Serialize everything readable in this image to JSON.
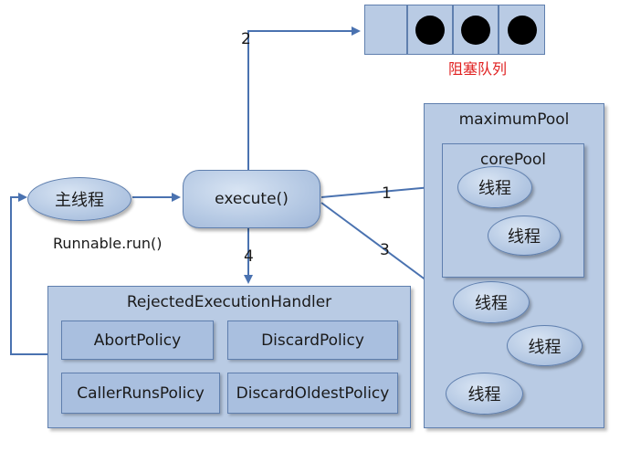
{
  "queue": {
    "label": "阻塞队列",
    "label_color": "#e02020",
    "filled_slots": 3,
    "total_slots": 4
  },
  "main_thread": {
    "label": "主线程"
  },
  "runnable": {
    "label": "Runnable.run()"
  },
  "execute": {
    "label": "execute()"
  },
  "maximum_pool": {
    "title": "maximumPool",
    "threads": [
      "线程",
      "线程",
      "线程"
    ]
  },
  "core_pool": {
    "title": "corePool",
    "threads": [
      "线程",
      "线程"
    ]
  },
  "handler": {
    "title": "RejectedExecutionHandler",
    "policies": [
      "AbortPolicy",
      "DiscardPolicy",
      "CallerRunsPolicy",
      "DiscardOldestPolicy"
    ]
  },
  "steps": {
    "one": "1",
    "two": "2",
    "three": "3",
    "four": "4"
  },
  "colors": {
    "fill": "#b9cbe4",
    "border": "#5f7fae",
    "arrow": "#4a72b0"
  }
}
